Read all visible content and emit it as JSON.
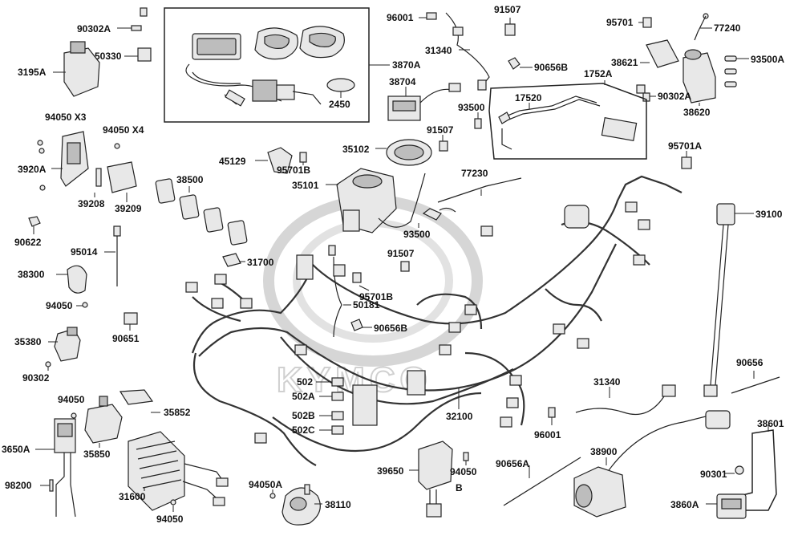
{
  "watermark": "KYMCO",
  "labels": {
    "p96001_top": "96001",
    "p91507_top": "91507",
    "p95701_top": "95701",
    "p77240": "77240",
    "p90302A_top": "90302A",
    "p50330": "50330",
    "p3195A": "3195A",
    "p3870A": "3870A",
    "p2450": "2450",
    "p31340_top": "31340",
    "p90656B_top": "90656B",
    "p38621": "38621",
    "p93500A": "93500A",
    "p38704": "38704",
    "p1752A": "1752A",
    "p90302A_mid": "90302A",
    "p38620": "38620",
    "p17520": "17520",
    "p93500_top": "93500",
    "p94050X3": "94050  X3",
    "p94050X4": "94050  X4",
    "p91507_mid": "91507",
    "p95701A": "95701A",
    "p35102": "35102",
    "p45129": "45129",
    "p95701B_top": "95701B",
    "p3920A": "3920A",
    "p38500": "38500",
    "p35101": "35101",
    "p77230": "77230",
    "p39208": "39208",
    "p39209": "39209",
    "p39100": "39100",
    "p90622": "90622",
    "p93500_mid": "93500",
    "p95014": "95014",
    "p31700": "31700",
    "p91507_low": "91507",
    "p38300": "38300",
    "p95701B_low": "95701B",
    "p94050_a": "94050",
    "p50181": "50181",
    "p90651": "90651",
    "p90656B_low": "90656B",
    "p35380": "35380",
    "p90656": "90656",
    "p90302": "90302",
    "p502": "502",
    "p502A": "502A",
    "p31340_low": "31340",
    "p94050_b": "94050",
    "p35852": "35852",
    "p502B": "502B",
    "p32100": "32100",
    "p38601": "38601",
    "p502C": "502C",
    "p96001_low": "96001",
    "p3650A": "3650A",
    "p35850": "35850",
    "p38900": "38900",
    "p39650": "39650",
    "p94050_c": "94050",
    "p90656A": "90656A",
    "p90301": "90301",
    "p98200": "98200",
    "p31600": "31600",
    "p94050A": "94050A",
    "p38110": "38110",
    "p3860A": "3860A",
    "p94050_d": "94050",
    "small_b": "B"
  }
}
